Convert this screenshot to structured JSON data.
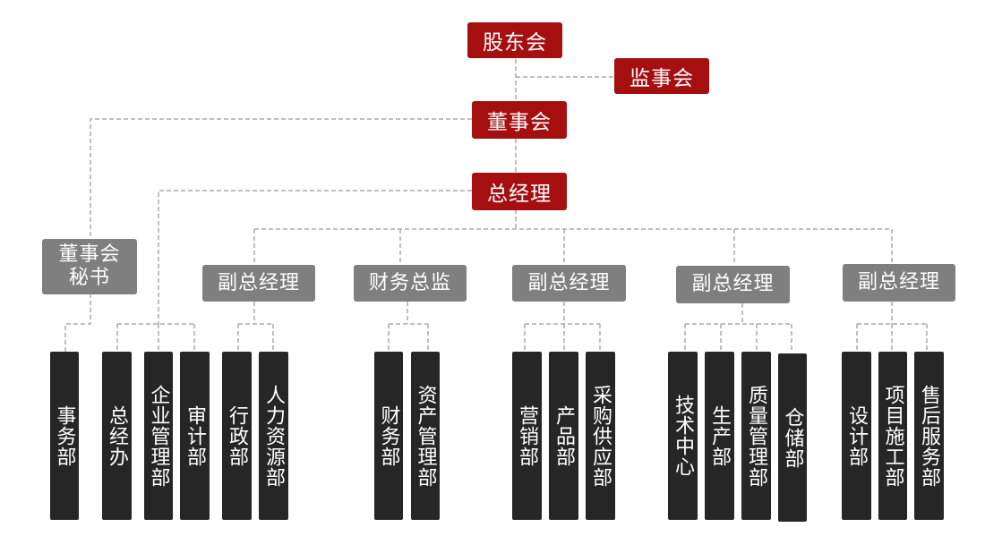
{
  "top": {
    "shareholders": "股东会",
    "supervisors": "监事会",
    "board": "董事会",
    "gm": "总经理"
  },
  "mid": {
    "board_secretary": "董事会\n秘书",
    "vgm1": "副总经理",
    "cfo": "财务总监",
    "vgm2": "副总经理",
    "vgm3": "副总经理",
    "vgm4": "副总经理"
  },
  "departments": [
    "事务部",
    "总经办",
    "企业管理部",
    "审计部",
    "行政部",
    "人力资源部",
    "财务部",
    "资产管理部",
    "营销部",
    "产品部",
    "采购供应部",
    "技术中心",
    "生产部",
    "质量管理部",
    "仓储部",
    "设计部",
    "项目施工部",
    "售后服务部"
  ],
  "colors": {
    "top": "#a50f10",
    "mid": "#7f7f7f",
    "dept": "#262626",
    "line": "#aaaaaa"
  }
}
